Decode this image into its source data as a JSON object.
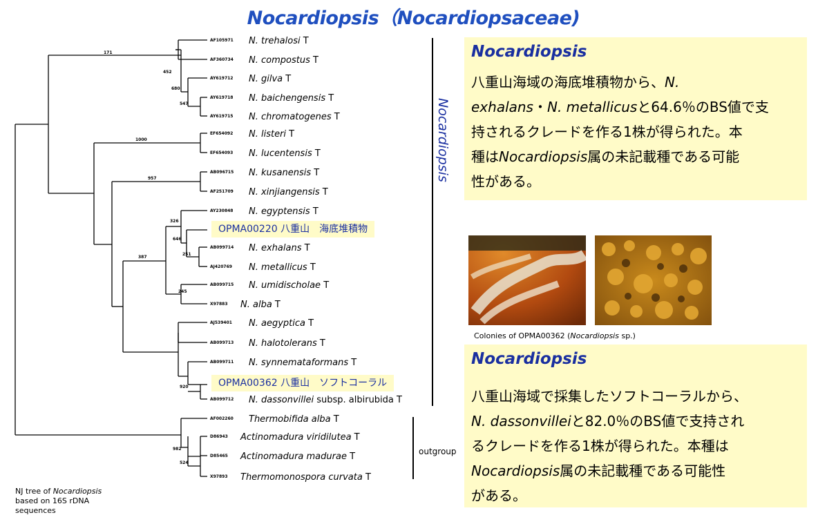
{
  "title": "Nocardiopsis（Nocardiopsaceae)",
  "tree": {
    "leaves": [
      {
        "acc": "AF105971",
        "name": "N. trehalosi",
        "suffix": " T"
      },
      {
        "acc": "AF360734",
        "name": "N. compostus",
        "suffix": " T"
      },
      {
        "acc": "AY619712",
        "name": "N. gilva",
        "suffix": " T"
      },
      {
        "acc": "AY619718",
        "name": "N. baichengensis",
        "suffix": " T"
      },
      {
        "acc": "AY619715",
        "name": "N. chromatogenes",
        "suffix": " T"
      },
      {
        "acc": "EF654092",
        "name": "N. listeri",
        "suffix": " T"
      },
      {
        "acc": "EF654093",
        "name": "N. lucentensis",
        "suffix": " T"
      },
      {
        "acc": "AB096715",
        "name": "N. kusanensis",
        "suffix": " T"
      },
      {
        "acc": "AF251709",
        "name": "N. xinjiangensis",
        "suffix": " T"
      },
      {
        "acc": "AY230848",
        "name": "N. egyptensis",
        "suffix": " T"
      },
      {
        "acc": "AB099714",
        "name": "N. exhalans",
        "suffix": " T"
      },
      {
        "acc": "AJ420769",
        "name": "N. metallicus",
        "suffix": " T"
      },
      {
        "acc": "AB099715",
        "name": "N. umidischolae",
        "suffix": " T"
      },
      {
        "acc": "X97883",
        "name": "N. alba",
        "suffix": " T"
      },
      {
        "acc": "AJ539401",
        "name": "N. aegyptica",
        "suffix": " T"
      },
      {
        "acc": "AB099713",
        "name": "N. halotolerans",
        "suffix": " T"
      },
      {
        "acc": "AB099711",
        "name": "N. synnemataformans",
        "suffix": " T"
      },
      {
        "acc": "AB099712",
        "name": "N. dassonvillei",
        "suffix": " subsp. albirubida T"
      },
      {
        "acc": "AF002260",
        "name": "Thermobifida alba",
        "suffix": " T"
      },
      {
        "acc": "D86943",
        "name": "Actinomadura viridilutea",
        "suffix": " T"
      },
      {
        "acc": "D85465",
        "name": "Actinomadura madurae",
        "suffix": " T"
      },
      {
        "acc": "X97893",
        "name": "Thermomonospora curvata",
        "suffix": " T"
      }
    ],
    "bootstrap": [
      "171",
      "452",
      "680",
      "547",
      "1000",
      "957",
      "326",
      "646",
      "251",
      "387",
      "245",
      "920",
      "982",
      "524"
    ],
    "highlights": [
      "OPMA00220 八重山　海底堆積物",
      "OPMA00362 八重山　ソフトコーラル"
    ],
    "clade_label": "Nocardiopsis",
    "outgroup_label": "outgroup",
    "caption_lines": [
      "NJ tree of ",
      "Nocardiopsis",
      "based on 16S rDNA",
      "sequences"
    ]
  },
  "panel1": {
    "title": "Nocardiopsis",
    "lines": [
      [
        "八重山海域の海底堆積物から、",
        "N."
      ],
      [
        "exhalans",
        "・",
        "N. metallicus",
        "と64.6％のBS値で支"
      ],
      [
        "持されるクレードを作る1株が得られた。本"
      ],
      [
        "種は",
        "Nocardiopsis",
        "属の未記載種である可能"
      ],
      [
        "性がある。"
      ]
    ]
  },
  "photos": {
    "caption_pre": "Colonies of OPMA00362 (",
    "caption_italic": "Nocardiopsis",
    "caption_post": " sp.)"
  },
  "panel2": {
    "title": "Nocardiopsis",
    "lines": [
      [
        "八重山海域で採集したソフトコーラルから、"
      ],
      [
        "N. dassonvillei",
        "と82.0％のBS値で支持され"
      ],
      [
        "るクレードを作る1株が得られた。本種は"
      ],
      [
        "Nocardiopsis",
        "属の未記載種である可能性"
      ],
      [
        "がある。"
      ]
    ]
  },
  "colors": {
    "accent": "#1a2fa0",
    "panel": "#fffbc8"
  }
}
